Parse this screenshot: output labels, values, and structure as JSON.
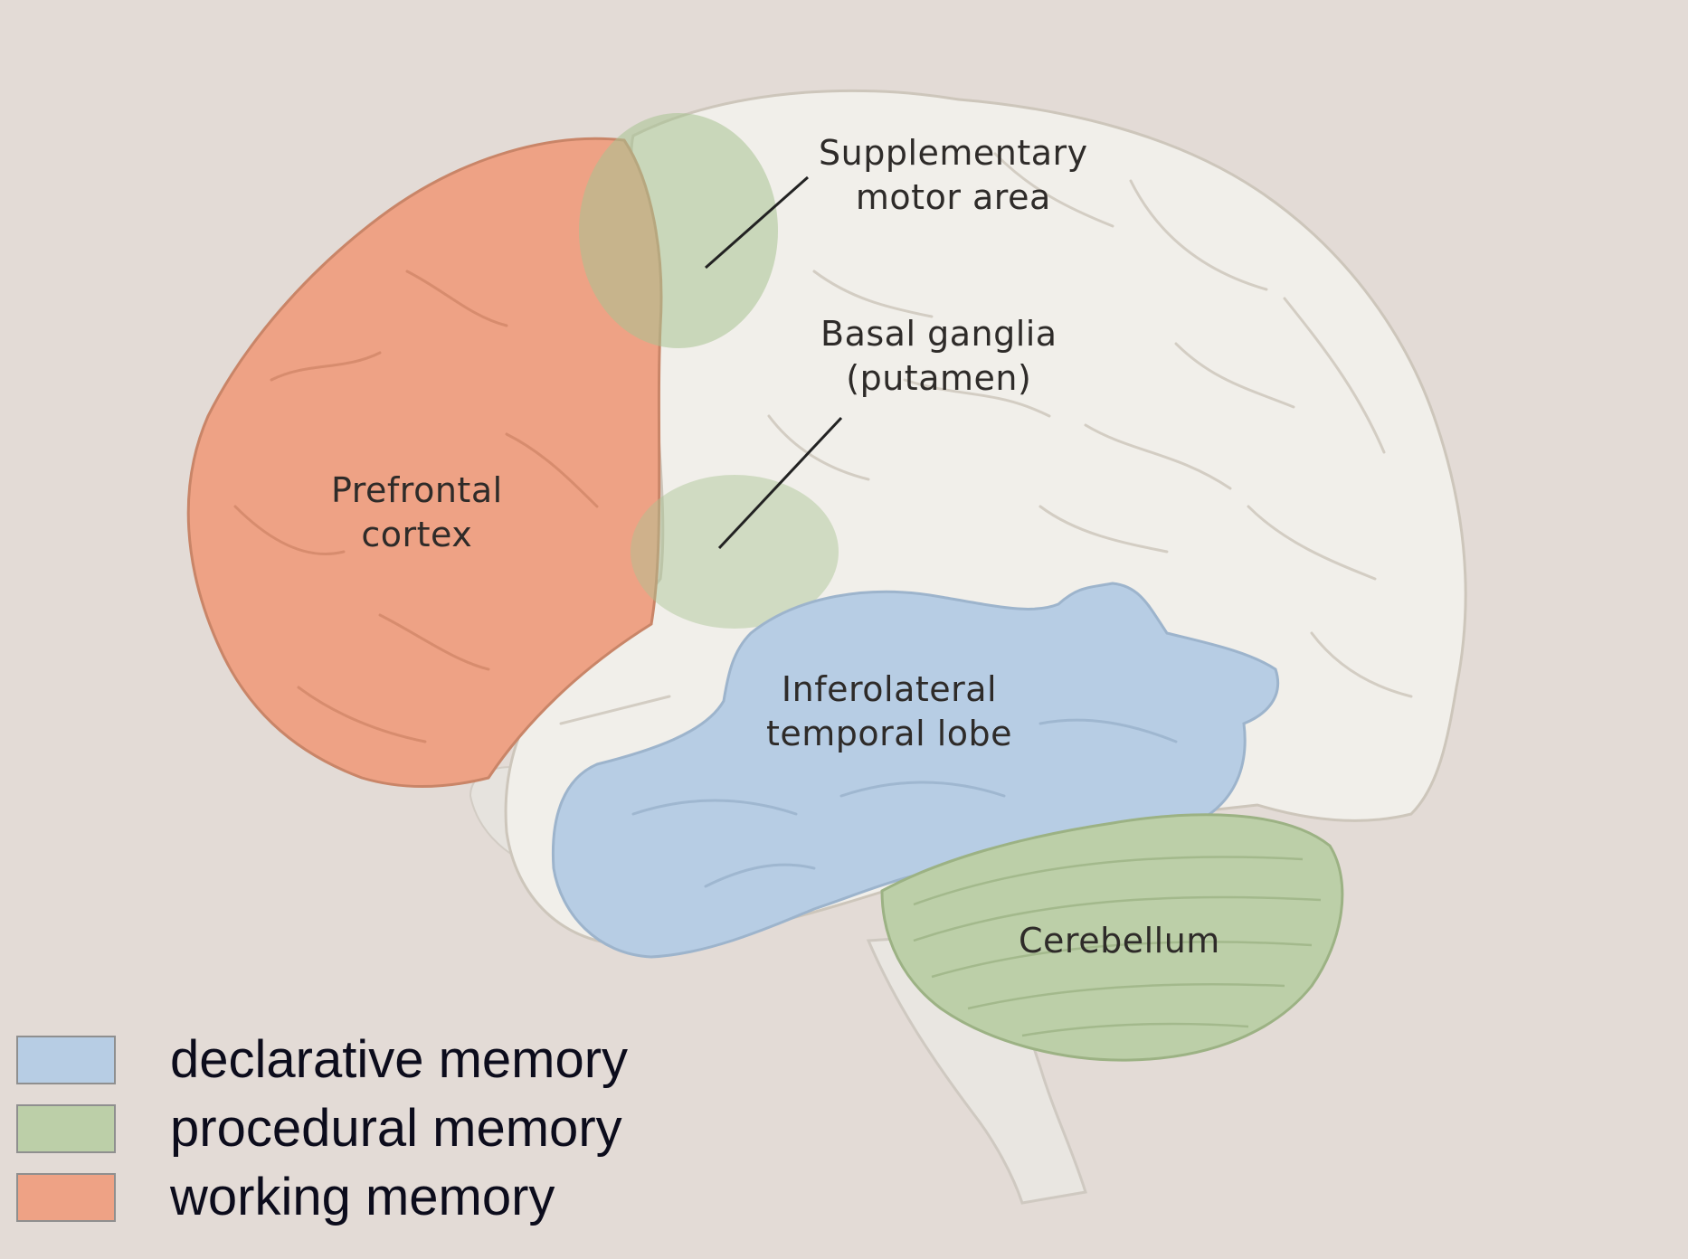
{
  "colors": {
    "background": "#e3dbd6",
    "declarative": "#b7cde4",
    "procedural": "#bccfa8",
    "working": "#eea285",
    "brain_white": "#f1efea"
  },
  "regions": {
    "supplementary_motor_area": {
      "line1": "Supplementary",
      "line2": "motor area"
    },
    "basal_ganglia": {
      "line1": "Basal ganglia",
      "line2": "(putamen)"
    },
    "prefrontal_cortex": {
      "line1": "Prefrontal",
      "line2": "cortex"
    },
    "inferolateral_temporal_lobe": {
      "line1": "Inferolateral",
      "line2": "temporal lobe"
    },
    "cerebellum": {
      "line1": "Cerebellum"
    }
  },
  "legend": [
    {
      "label": "declarative memory",
      "color": "#b7cde4"
    },
    {
      "label": "procedural memory",
      "color": "#bccfa8"
    },
    {
      "label": "working memory",
      "color": "#eea285"
    }
  ]
}
